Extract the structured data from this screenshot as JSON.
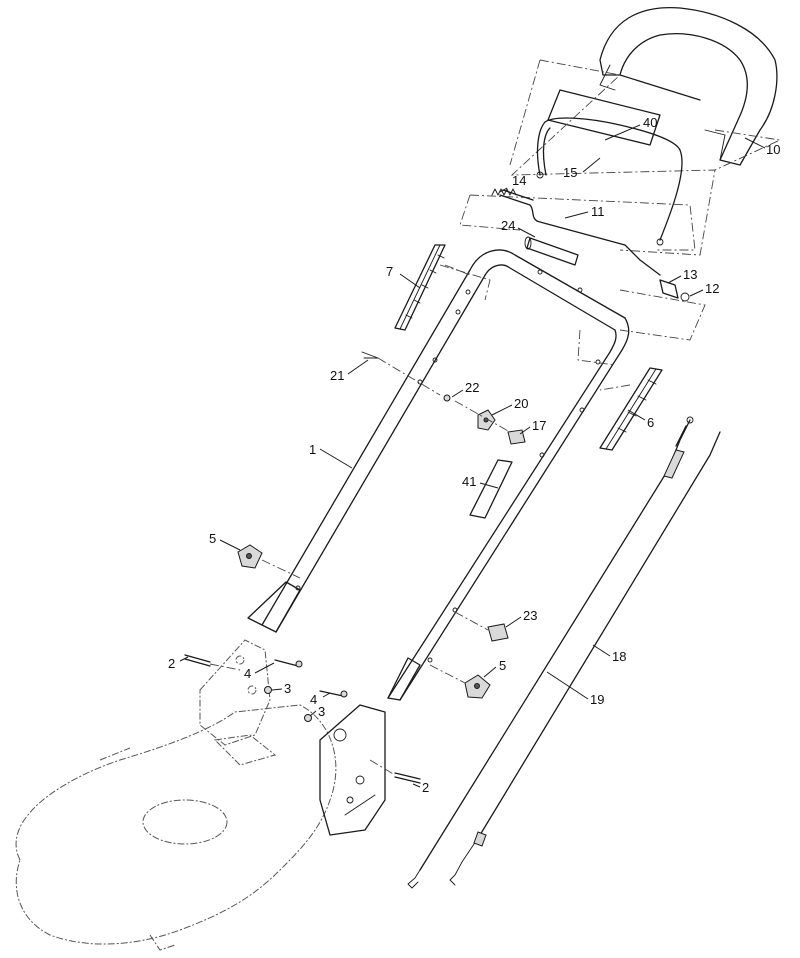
{
  "callouts": [
    {
      "id": "c10",
      "text": "10"
    },
    {
      "id": "c40",
      "text": "40"
    },
    {
      "id": "c15",
      "text": "15"
    },
    {
      "id": "c14",
      "text": "14"
    },
    {
      "id": "c11",
      "text": "11"
    },
    {
      "id": "c24",
      "text": "24"
    },
    {
      "id": "c7",
      "text": "7"
    },
    {
      "id": "c13",
      "text": "13"
    },
    {
      "id": "c12",
      "text": "12"
    },
    {
      "id": "c21",
      "text": "21"
    },
    {
      "id": "c22",
      "text": "22"
    },
    {
      "id": "c20",
      "text": "20"
    },
    {
      "id": "c17",
      "text": "17"
    },
    {
      "id": "c6",
      "text": "6"
    },
    {
      "id": "c1",
      "text": "1"
    },
    {
      "id": "c41",
      "text": "41"
    },
    {
      "id": "c5a",
      "text": "5"
    },
    {
      "id": "c23",
      "text": "23"
    },
    {
      "id": "c2a",
      "text": "2"
    },
    {
      "id": "c4a",
      "text": "4"
    },
    {
      "id": "c3a",
      "text": "3"
    },
    {
      "id": "c5b",
      "text": "5"
    },
    {
      "id": "c18",
      "text": "18"
    },
    {
      "id": "c4b",
      "text": "4"
    },
    {
      "id": "c3b",
      "text": "3"
    },
    {
      "id": "c19",
      "text": "19"
    },
    {
      "id": "c2b",
      "text": "2"
    }
  ]
}
